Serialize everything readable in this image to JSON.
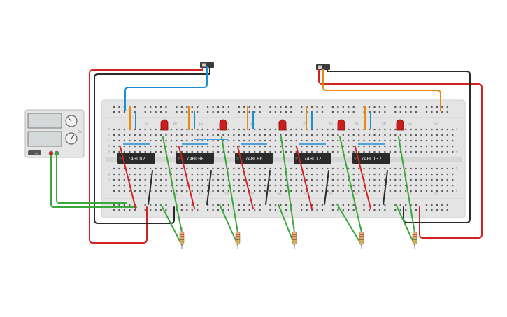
{
  "chips": [
    {
      "label": "74HC02"
    },
    {
      "label": "74HC08"
    },
    {
      "label": "74HC86"
    },
    {
      "label": "74HC32"
    },
    {
      "label": "74HC132"
    }
  ],
  "breadboard": {
    "column_numbers": [
      "1",
      "5",
      "10",
      "15",
      "20",
      "25",
      "30",
      "35",
      "40",
      "45",
      "50",
      "55",
      "60"
    ],
    "row_letters_top": [
      "a",
      "b",
      "c",
      "d",
      "e"
    ],
    "row_letters_bottom": [
      "f",
      "g",
      "h",
      "i",
      "j"
    ]
  },
  "power_supply": {
    "label_current": "CC",
    "label_voltage": "CV",
    "button_label": "ON"
  },
  "colors": {
    "wire_red": "#d32222",
    "wire_black": "#2a2a2a",
    "wire_blue": "#1a8fd6",
    "wire_orange": "#e88a10",
    "wire_green": "#3aa83a",
    "led_red": "#c81e1e",
    "board": "#e4e4e4",
    "chip": "#2b2b2b"
  }
}
